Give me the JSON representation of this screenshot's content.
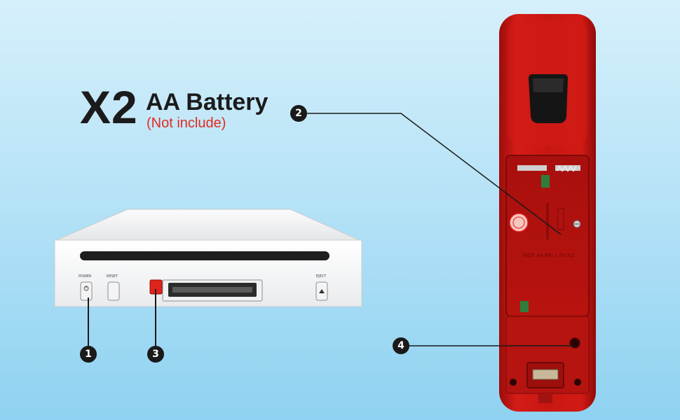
{
  "title": {
    "quantity": "X2",
    "item": "AA Battery",
    "note": "(Not include)"
  },
  "console": {
    "power_label": "POWER",
    "reset_label": "RESET",
    "eject_label": "EJECT"
  },
  "remote": {
    "battery_label": "(NOT AA R6) 1.5V X2"
  },
  "callouts": [
    "1",
    "2",
    "3",
    "4"
  ],
  "colors": {
    "remote_red": "#c41410",
    "accent_red": "#e32a22",
    "callout": "#1a1a1a"
  }
}
